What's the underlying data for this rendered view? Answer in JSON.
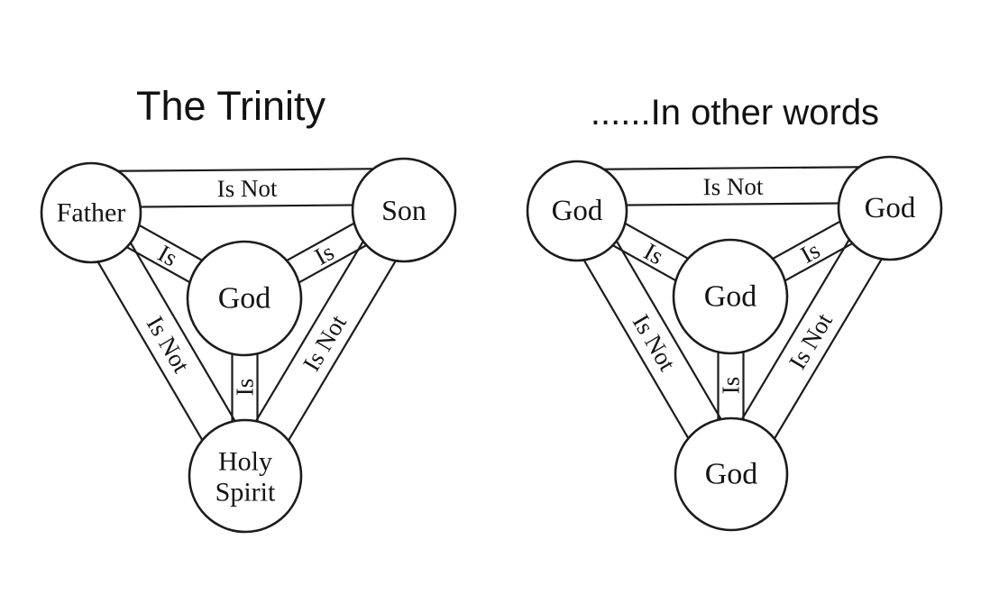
{
  "left_diagram": {
    "title": "The Trinity",
    "nodes": {
      "top_left": "Father",
      "top_right": "Son",
      "center": "God",
      "bottom_lines": [
        "Holy",
        "Spirit"
      ]
    },
    "edges": {
      "top": "Is Not",
      "left": "Is Not",
      "right": "Is Not",
      "center_left": "Is",
      "center_right": "Is",
      "center_bottom": "Is"
    }
  },
  "right_diagram": {
    "title": "......In other words",
    "nodes": {
      "top_left": "God",
      "top_right": "God",
      "center": "God",
      "bottom": "God"
    },
    "edges": {
      "top": "Is Not",
      "left": "Is Not",
      "right": "Is Not",
      "center_left": "Is",
      "center_right": "Is",
      "center_bottom": "Is"
    }
  },
  "colors": {
    "background": "#ffffff",
    "line": "#1c1c1c",
    "text": "#141414"
  }
}
